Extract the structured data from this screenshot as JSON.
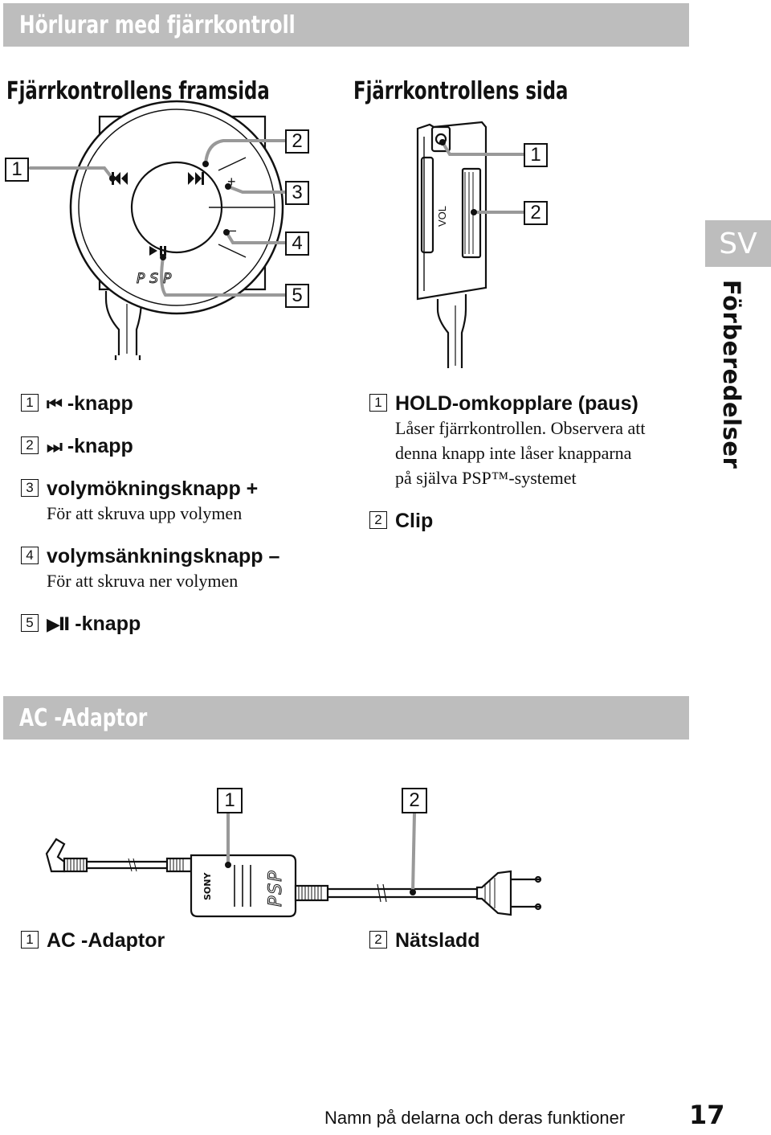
{
  "header": {
    "title": "Hörlurar med fjärrkontroll"
  },
  "front": {
    "heading": "Fjärrkontrollens framsida",
    "callouts": [
      "1",
      "2",
      "3",
      "4",
      "5"
    ],
    "labels": {
      "plus": "+",
      "minus": "–",
      "logo": "PSP"
    },
    "items": [
      {
        "num": "1",
        "glyph": "⏮",
        "title": "-knapp",
        "desc": ""
      },
      {
        "num": "2",
        "glyph": "⏭",
        "title": "-knapp",
        "desc": ""
      },
      {
        "num": "3",
        "glyph": "",
        "title": "volymökningsknapp +",
        "desc": "För att skruva upp volymen"
      },
      {
        "num": "4",
        "glyph": "",
        "title": "volymsänkningsknapp –",
        "desc": "För att skruva ner volymen"
      },
      {
        "num": "5",
        "glyph": "▶II",
        "title": "-knapp",
        "desc": ""
      }
    ]
  },
  "side": {
    "heading": "Fjärrkontrollens sida",
    "callouts": [
      "1",
      "2"
    ],
    "vol_label": "VOL",
    "items": [
      {
        "num": "1",
        "title": "HOLD-omkopplare (paus)",
        "desc": [
          "Låser fjärrkontrollen. Observera att",
          "denna knapp inte låser knapparna",
          "på själva PSP™-systemet"
        ]
      },
      {
        "num": "2",
        "title": "Clip",
        "desc": []
      }
    ]
  },
  "sidebar": {
    "lang": "SV",
    "section": "Förberedelser"
  },
  "ac": {
    "title": "AC -Adaptor",
    "callouts": [
      "1",
      "2"
    ],
    "brand": "SONY",
    "logo": "PSP",
    "items": [
      {
        "num": "1",
        "title": "AC -Adaptor"
      },
      {
        "num": "2",
        "title": "Nätsladd"
      }
    ]
  },
  "footer": {
    "text": "Namn på delarna och deras funktioner",
    "page": "17"
  }
}
